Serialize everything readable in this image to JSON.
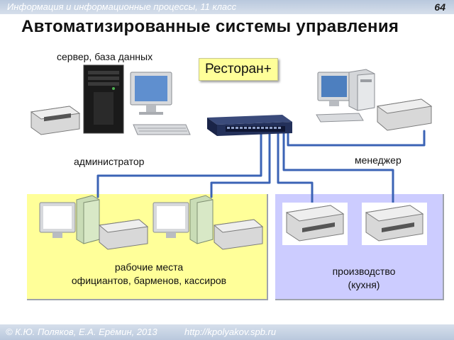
{
  "header": {
    "subtitle": "Информация и информационные процессы, 11 класс",
    "slide_number": "64"
  },
  "title": "Автоматизированные системы управления",
  "labels": {
    "server": "сервер, база данных",
    "restaurant": "Ресторан+",
    "admin": "администратор",
    "manager": "менеджер"
  },
  "zones": {
    "workplaces": {
      "line1": "рабочие места",
      "line2": "официантов, барменов, кассиров",
      "color": "#ffff99"
    },
    "production": {
      "line1": "производство",
      "line2": "(кухня)",
      "color": "#ccccff"
    }
  },
  "footer": {
    "authors": "© К.Ю. Поляков, Е.А. Ерёмин, 2013",
    "url": "http://kpolyakov.spb.ru"
  },
  "colors": {
    "network_line": "#3b63b5",
    "switch_body": "#23305a"
  }
}
